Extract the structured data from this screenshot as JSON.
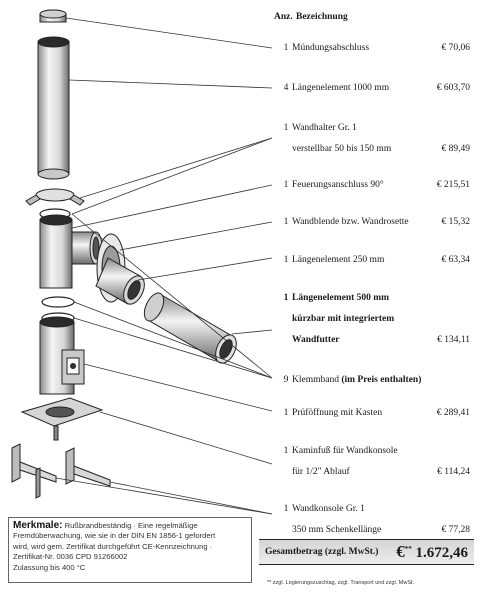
{
  "header": {
    "qty_label": "Anz.",
    "desc_label": "Bezeichnung"
  },
  "items": [
    {
      "qty": "1",
      "lines": [
        "Mündungsabschluss"
      ],
      "price": "€ 70,06"
    },
    {
      "qty": "4",
      "lines": [
        "Längenelement 1000 mm"
      ],
      "price": "€ 603,70"
    },
    {
      "qty": "1",
      "lines": [
        "Wandhalter Gr. 1",
        "verstellbar 50 bis 150 mm"
      ],
      "price": "€ 89,49"
    },
    {
      "qty": "1",
      "lines": [
        "Feuerungsanschluss 90°"
      ],
      "price": "€ 215,51"
    },
    {
      "qty": "1",
      "lines": [
        "Wandblende bzw. Wandrosette"
      ],
      "price": "€ 15,32"
    },
    {
      "qty": "1",
      "lines": [
        "Längenelement 250 mm"
      ],
      "price": "€ 63,34"
    },
    {
      "qty": "1",
      "lines": [
        "Längenelement 500 mm",
        "kürzbar mit integriertem",
        "Wandfutter"
      ],
      "price": "€ 134,11"
    },
    {
      "qty": "9",
      "lines": [
        "Klemmband"
      ],
      "note": "(im Preis enthalten)",
      "price": ""
    },
    {
      "qty": "1",
      "lines": [
        "Prüföffnung mit Kasten"
      ],
      "price": "€ 289,41"
    },
    {
      "qty": "1",
      "lines": [
        "Kaminfuß für Wandkonsole",
        "für 1/2\" Ablauf"
      ],
      "price": "€ 114,24"
    },
    {
      "qty": "1",
      "lines": [
        "Wandkonsole Gr. 1",
        "350 mm Schenkellänge"
      ],
      "price": "€ 77,28"
    }
  ],
  "merkmale": {
    "title": "Merkmale:",
    "text1": "Rußbrandbeständig · Eine regelmäßige",
    "text2": "Fremdüberwachung, wie sie in der DIN EN 1856-1 gefordert",
    "text3": "wird, wird gem. Zertifikat durchgeführt CE-Kennzeichnung ·",
    "text4": "Zertifikat-Nr. 0036 CPD 91266002",
    "text5": "Zulassung bis 400 °C"
  },
  "total": {
    "label": "Gesamtbetrag (zzgl. MwSt.)",
    "currency": "€",
    "marker": "**",
    "amount": "1.672,46"
  },
  "footnote": "** zzgl. Legierungszuschlag, zzgl. Transport und zzgl. MwSt."
}
